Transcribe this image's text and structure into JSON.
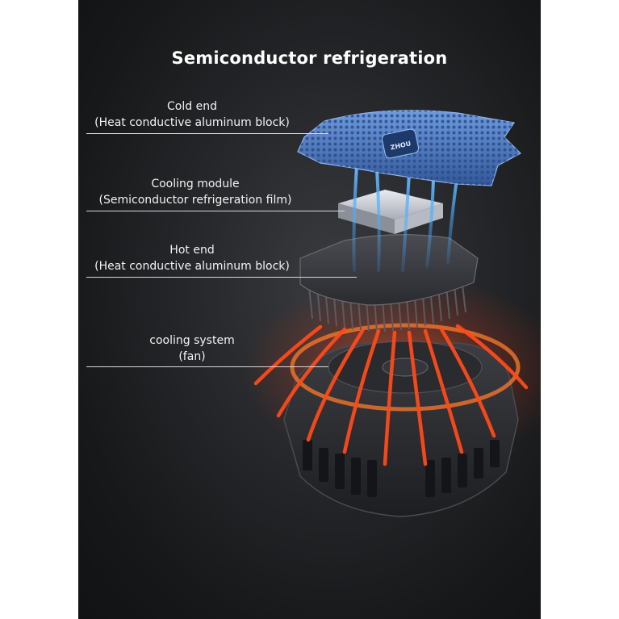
{
  "title": "Semiconductor refrigeration",
  "labels": [
    {
      "line1": "Cold end",
      "line2": "(Heat conductive aluminum block)"
    },
    {
      "line1": "Cooling module",
      "line2": "(Semiconductor refrigeration film)"
    },
    {
      "line1": "Hot end",
      "line2": "(Heat conductive aluminum block)"
    },
    {
      "line1": "cooling system",
      "line2": "(fan)"
    }
  ],
  "logo_text": "ZHOU",
  "colors": {
    "background": "#1c1d1f",
    "cold_arrows": "#3aa0ff",
    "heat_waves": "#ff4a1a",
    "cold_plate": "#4f7fc4"
  }
}
